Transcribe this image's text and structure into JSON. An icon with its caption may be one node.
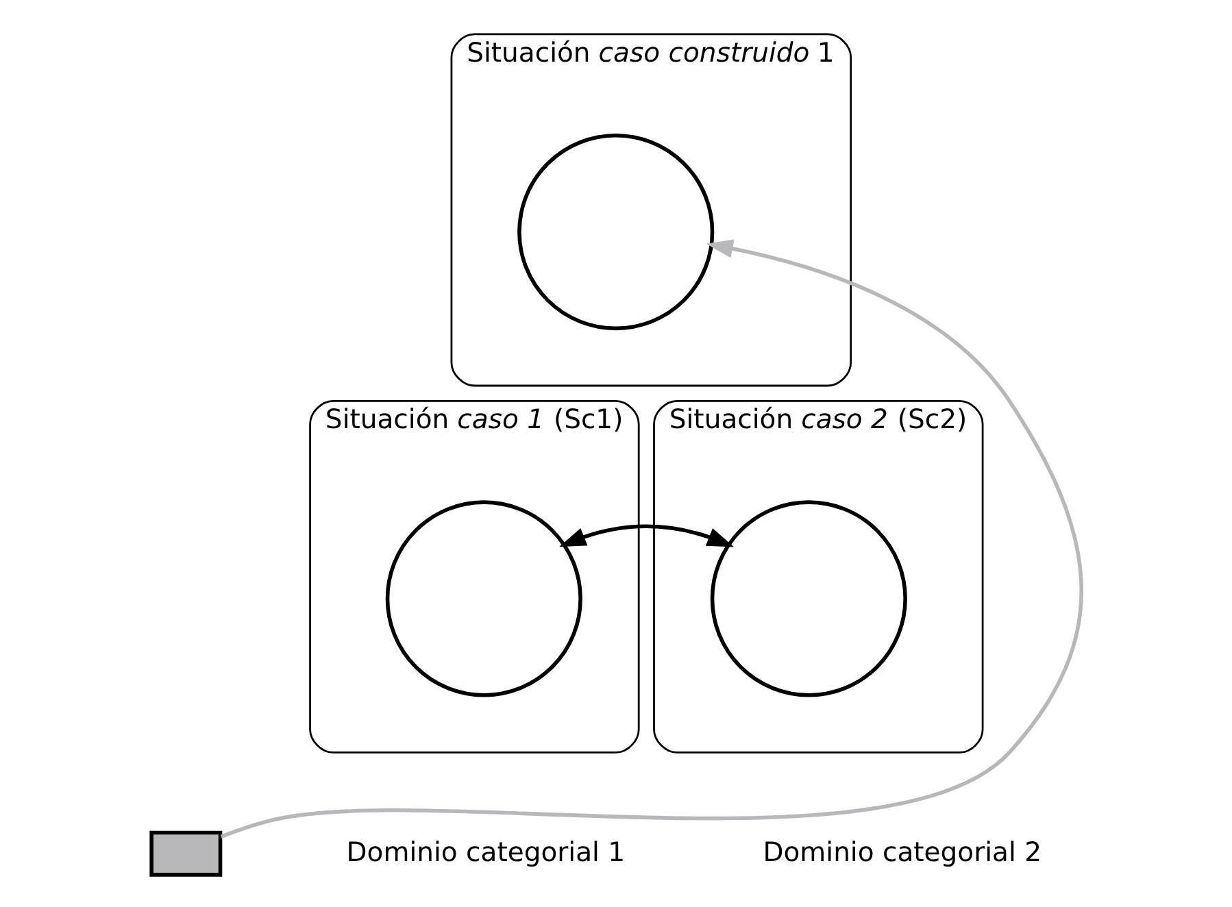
{
  "diagram": {
    "nodes": [
      {
        "text": [
          "Situación *caso construido* 1"
        ]
      },
      {
        "text": [],
        "shape": "circle",
        "in": 0
      },
      {
        "text": [
          "Situación *caso 1* (Sc1)"
        ]
      },
      {
        "text": [],
        "shape": "circle",
        "in": 2
      },
      {
        "text": [],
        "shape": "box"
      },
      {
        "text": [
          "Situación *caso 2* (Sc2)"
        ]
      },
      {
        "text": [],
        "shape": "circle",
        "in": 5
      }
    ],
    "edges": [
      {
        "from": 3,
        "to": 6,
        "arrow": "both"
      },
      {
        "from": 4,
        "to": 1,
        "arrow": "to",
        "color": "#b8b8bc"
      }
    ],
    "labels": [
      "Dominio categorial 1",
      "Dominio categorial 2"
    ]
  }
}
